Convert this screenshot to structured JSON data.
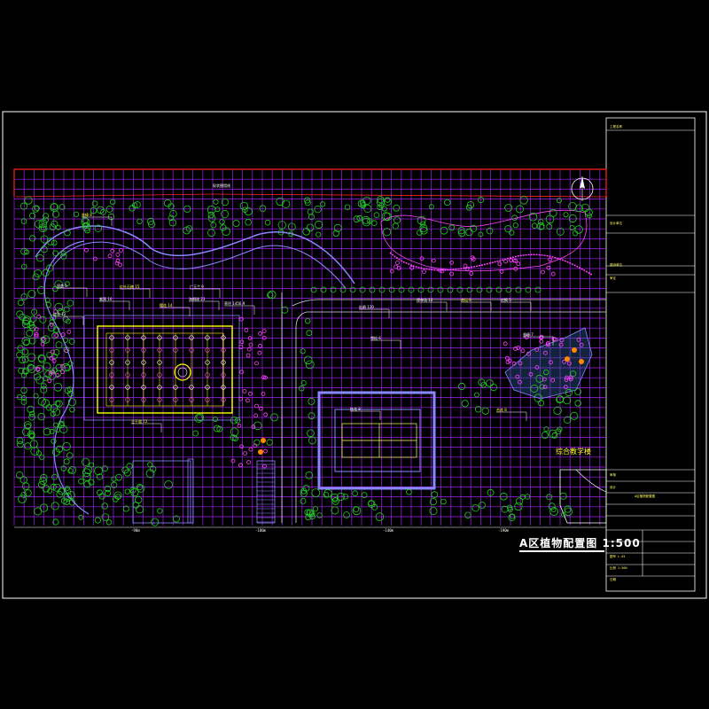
{
  "drawing": {
    "title": "A区植物配置图 1:500",
    "colors": {
      "background": "#000000",
      "frame": "#ffffff",
      "grid": "#a020f0",
      "boundary": "#ff2020",
      "trees": "#22cc22",
      "shrubs": "#ff44ff",
      "paths": "#8888ff",
      "plaza": "#ffff00",
      "annotation": "#ffffff",
      "titleblock_text": "#ffff66"
    },
    "dimensions": [
      "-90m",
      "-180m",
      "-140m",
      "-190m"
    ],
    "building_label": "综合教学楼",
    "boundary_label": "现状围墙线",
    "area_labels": [
      "香樟 8",
      "银杏 6",
      "桂花 12",
      "红叶石楠 15",
      "广玉兰 9",
      "紫薇 10",
      "樱花 14",
      "海桐球 23",
      "杜鹃 120",
      "主干道 72",
      "草坪 1456.9",
      "停车场 12",
      "花坛 8",
      "红枫 5",
      "香樟 7",
      "合欢 8",
      "雪松 6",
      "桂花 8"
    ]
  },
  "title_block": {
    "rows": [
      "工程名称",
      "设计单位",
      "建设单位",
      "审定",
      "审核",
      "设计",
      "A区植物配置图",
      "图号 L-01",
      "比例 1:500",
      "日期"
    ]
  }
}
